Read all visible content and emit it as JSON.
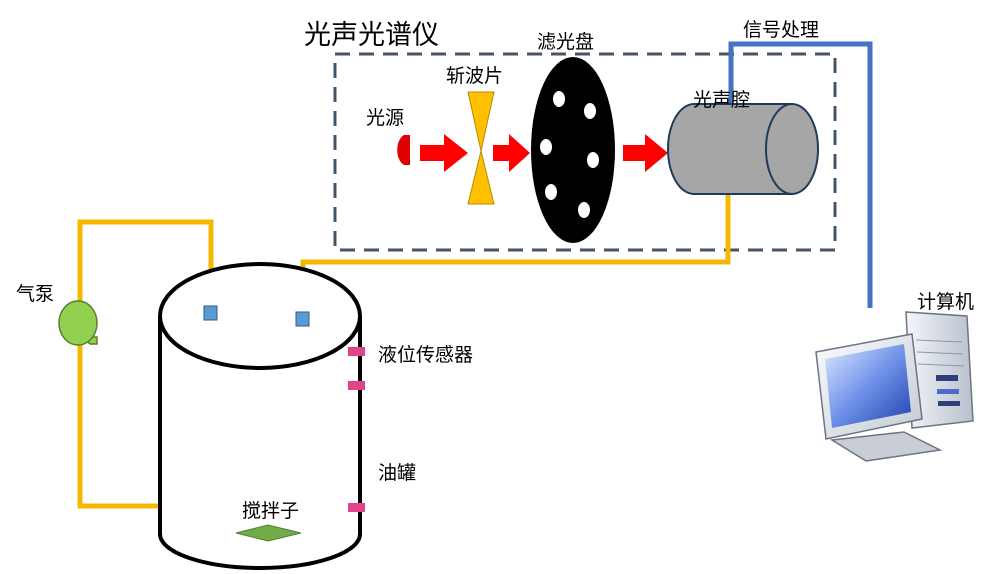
{
  "labels": {
    "instrument": "光声光谱仪",
    "filter_disc": "滤光盘",
    "signal_processing": "信号处理",
    "chopper": "斩波片",
    "light_source": "光源",
    "pa_cell": "光声腔",
    "air_pump": "气泵",
    "computer": "计算机",
    "level_sensor": "液位传感器",
    "oil_tank": "油罐",
    "stirrer": "搅拌子"
  },
  "colors": {
    "gas_line": "#F5B800",
    "signal_line": "#4472C4",
    "instrument_border": "#44546A",
    "beam_arrow": "#FF0000",
    "light_source": "#E00000",
    "chopper": "#FFC000",
    "pa_cell": "#A6A6A6",
    "air_pump": "#92D050",
    "port": "#5B9BD5",
    "level_sensor": "#E0448C",
    "stirrer": "#70AD47"
  },
  "icons": {
    "computer": "desktop-computer-icon",
    "air_pump": "air-pump-icon"
  }
}
